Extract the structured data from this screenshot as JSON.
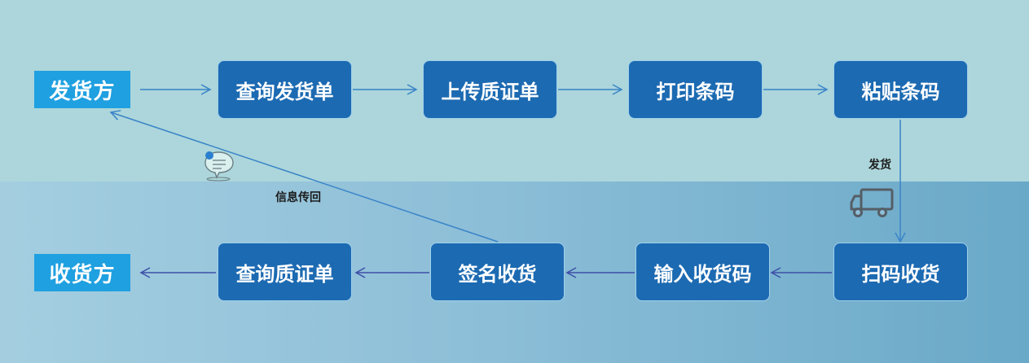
{
  "actors": {
    "sender": "发货方",
    "receiver": "收货方"
  },
  "steps_top": [
    {
      "label": "查询发货单"
    },
    {
      "label": "上传质证单"
    },
    {
      "label": "打印条码"
    },
    {
      "label": "粘贴条码"
    }
  ],
  "steps_bottom": [
    {
      "label": "扫码收货"
    },
    {
      "label": "输入收货码"
    },
    {
      "label": "签名收货"
    },
    {
      "label": "查询质证单"
    }
  ],
  "notes": {
    "ship": "发货",
    "feedback": "信息传回"
  },
  "icons": {
    "truck": "truck-icon",
    "message": "chat-bubble-icon"
  },
  "colors": {
    "step_fill": "#1c6ab2",
    "actor_fill": "#1fa0e0",
    "top_arrow": "#3a84c8",
    "bottom_arrow": "#3d4fa8"
  }
}
